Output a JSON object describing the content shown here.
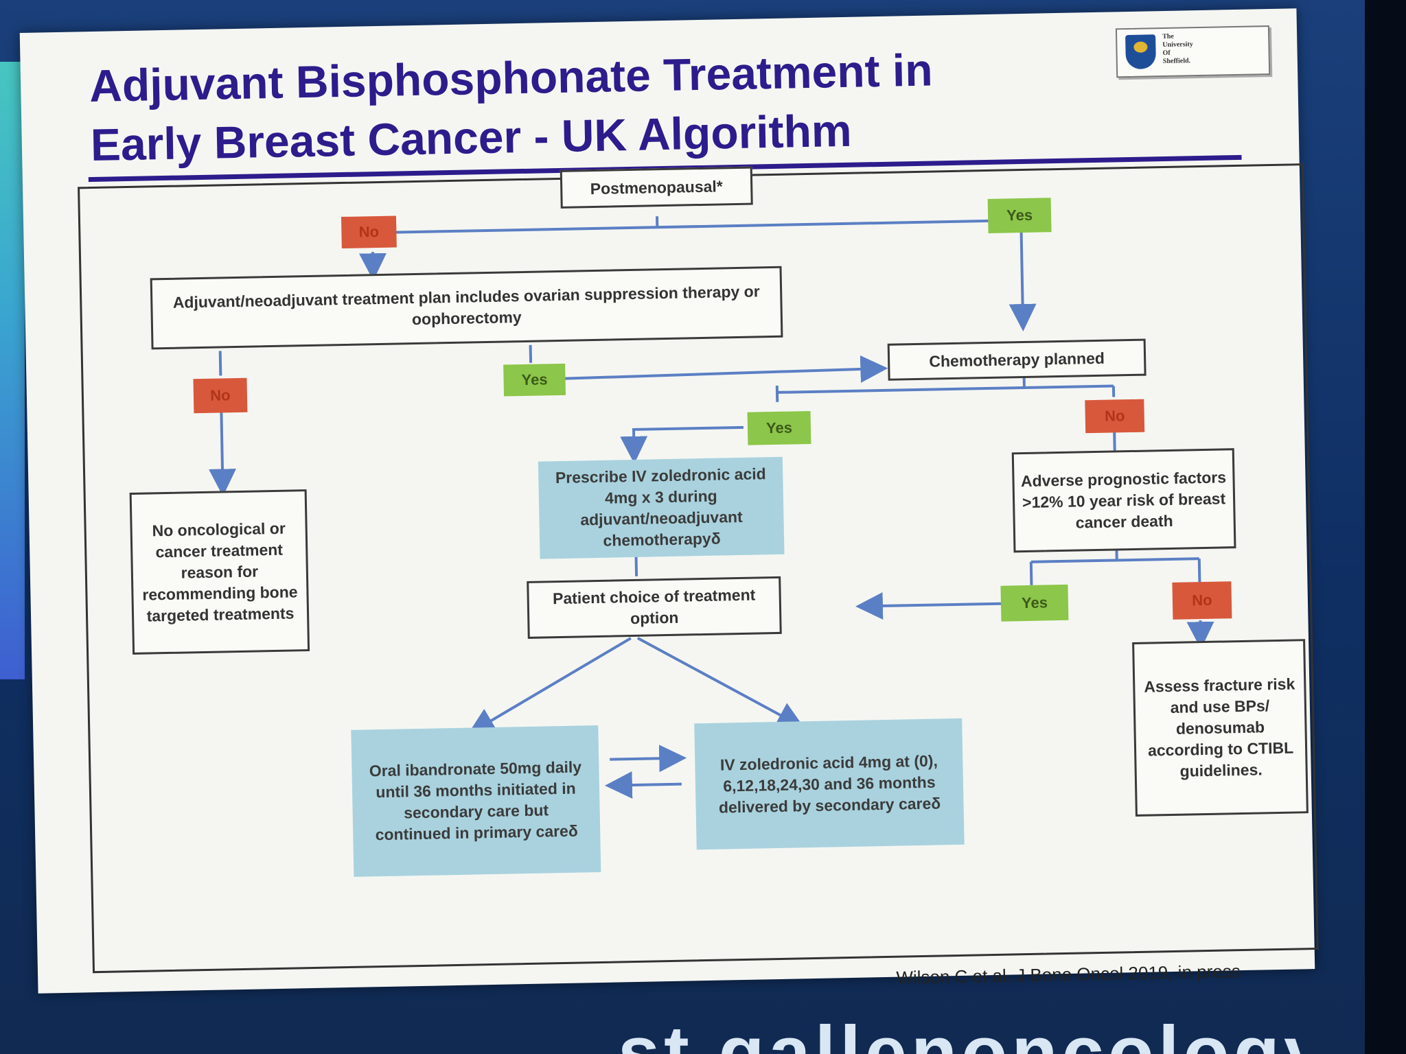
{
  "slide": {
    "title_line1": "Adjuvant Bisphosphonate Treatment in",
    "title_line2": "Early Breast Cancer - UK Algorithm",
    "citation": "Wilson C et al. J Bone Oncol 2019, in press",
    "footer_brand": "st.gallenoncology"
  },
  "logo": {
    "lines": [
      "The",
      "University",
      "Of",
      "Sheffield."
    ]
  },
  "nodes": {
    "postmenopausal": "Postmenopausal*",
    "ovarian_plan": "Adjuvant/neoadjuvant treatment plan includes ovarian suppression therapy or oophorectomy",
    "chemo_planned": "Chemotherapy planned",
    "no_reason": "No oncological or cancer treatment reason for recommending bone targeted treatments",
    "prescribe_iv": "Prescribe IV zoledronic acid 4mg x 3 during adjuvant/neoadjuvant chemotherapyδ",
    "adverse_factors": "Adverse prognostic factors >12% 10 year risk of breast cancer death",
    "patient_choice": "Patient choice of treatment option",
    "oral_ibandronate": "Oral ibandronate 50mg daily until 36 months initiated in secondary care but continued in primary careδ",
    "iv_zoledronic": "IV zoledronic acid 4mg at (0), 6,12,18,24,30 and 36 months delivered by secondary careδ",
    "assess_fracture": "Assess fracture risk and use BPs/ denosumab according to CTIBL guidelines."
  },
  "tags": {
    "post_no": "No",
    "post_yes": "Yes",
    "ovarian_no": "No",
    "ovarian_yes": "Yes",
    "chemo_yes": "Yes",
    "chemo_no": "No",
    "adverse_yes": "Yes",
    "adverse_no": "No"
  },
  "colors": {
    "title": "#2d1c8c",
    "yes": "#8cc64a",
    "no": "#d8583c",
    "treatment_box": "#a9d2de",
    "connector": "#5b7fc4"
  }
}
